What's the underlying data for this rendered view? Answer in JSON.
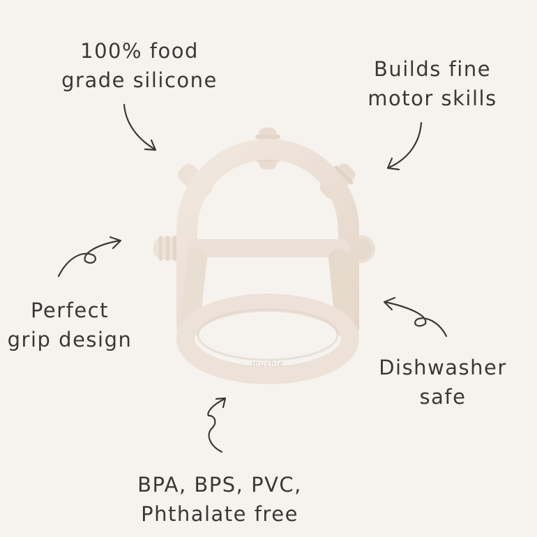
{
  "features": {
    "food_grade": {
      "line1": "100% food",
      "line2": "grade silicone"
    },
    "motor_skills": {
      "line1": "Builds fine",
      "line2": "motor skills"
    },
    "grip": {
      "line1": "Perfect",
      "line2": "grip design"
    },
    "dishwasher": {
      "line1": "Dishwasher",
      "line2": "safe"
    },
    "bpa_free": {
      "line1": "BPA, BPS, PVC,",
      "line2": "Phthalate free"
    }
  },
  "product": {
    "brand_mark": "mushie",
    "color": "#eee4da"
  },
  "colors": {
    "background": "#f6f3ef",
    "text": "#3a3735",
    "arrow": "#3a3735"
  }
}
